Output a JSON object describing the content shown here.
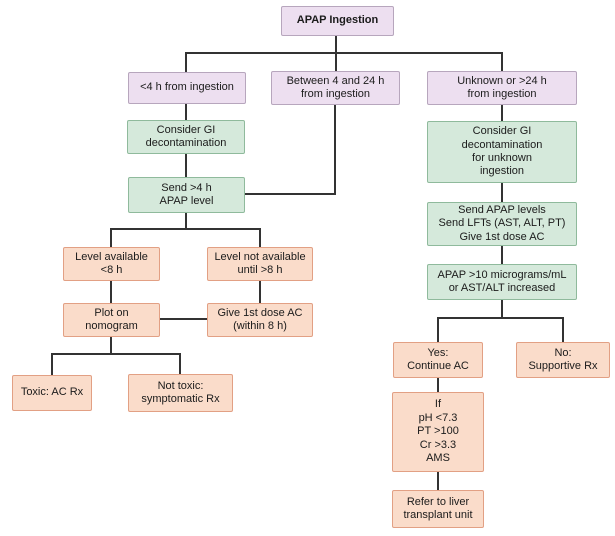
{
  "diagram": {
    "title": "APAP Ingestion",
    "type": "flowchart",
    "colors": {
      "background": "#ffffff",
      "purple": "#eddff0",
      "purple_border": "#b7a6bd",
      "green": "#d5e9db",
      "green_border": "#8fba9c",
      "pink": "#fadcca",
      "pink_border": "#e2a084",
      "line": "#333333",
      "text": "#1b1b1b"
    },
    "nodes": {
      "root": "APAP Ingestion",
      "lt4h": "<4 h from ingestion",
      "between4and24h": "Between 4 and 24 h\nfrom ingestion",
      "unknown_gt24h": "Unknown or >24 h\nfrom ingestion",
      "consider_gi": "Consider GI\ndecontamination",
      "send_gt4h_level": "Send >4 h\nAPAP level",
      "consider_gi_unknown": "Consider GI\ndecontamination\nfor unknown\ningestion",
      "send_levels_lfts": "Send APAP levels\nSend LFTs (AST, ALT, PT)\nGive 1st dose AC",
      "apap_gt10": "APAP >10 micrograms/mL\nor AST/ALT increased",
      "level_available": "Level available\n<8 h",
      "level_not_available": "Level not available\nuntil >8 h",
      "plot_nomogram": "Plot on\nnomogram",
      "give_first_dose_ac": "Give 1st dose AC\n(within 8 h)",
      "toxic": "Toxic: AC Rx",
      "not_toxic": "Not toxic:\nsymptomatic Rx",
      "yes_continue_ac": "Yes:\nContinue AC",
      "no_supportive": "No:\nSupportive Rx",
      "if_criteria": "If\npH <7.3\nPT >100\nCr >3.3\nAMS",
      "refer_transplant": "Refer to liver\ntransplant unit"
    }
  }
}
